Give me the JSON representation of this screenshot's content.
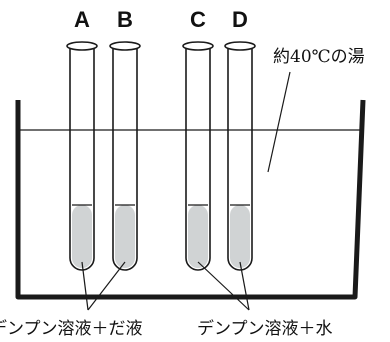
{
  "tube_labels": {
    "a": "A",
    "b": "B",
    "c": "C",
    "d": "D"
  },
  "water_label": "約40℃の湯",
  "caption_left": "デンプン溶液＋だ液",
  "caption_right": "デンプン溶液＋水",
  "colors": {
    "ink": "#1a1a1a",
    "liquid": "#d0d3d4",
    "background": "#ffffff"
  }
}
